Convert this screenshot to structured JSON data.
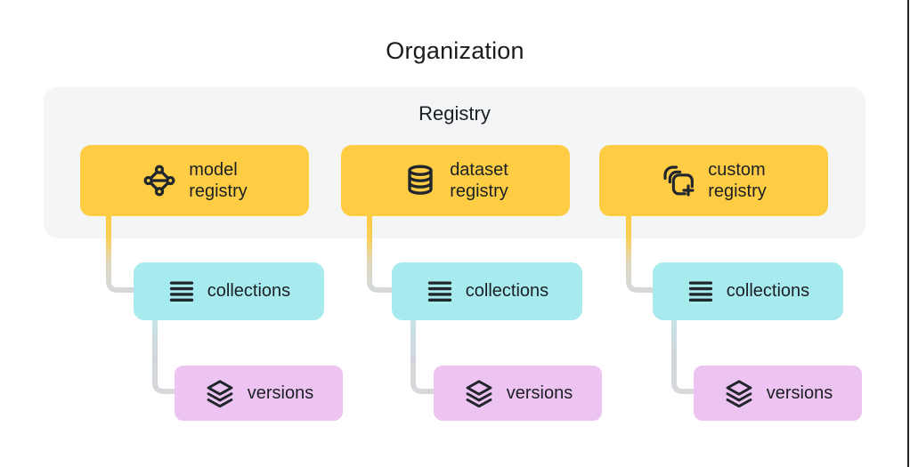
{
  "title": "Organization",
  "registry": {
    "label": "Registry",
    "columns": [
      {
        "card": {
          "label": "model\nregistry",
          "icon": "model-registry-icon"
        },
        "collections": {
          "label": "collections",
          "icon": "list-icon"
        },
        "versions": {
          "label": "versions",
          "icon": "layers-icon"
        }
      },
      {
        "card": {
          "label": "dataset\nregistry",
          "icon": "database-icon"
        },
        "collections": {
          "label": "collections",
          "icon": "list-icon"
        },
        "versions": {
          "label": "versions",
          "icon": "layers-icon"
        }
      },
      {
        "card": {
          "label": "custom\nregistry",
          "icon": "add-collection-icon"
        },
        "collections": {
          "label": "collections",
          "icon": "list-icon"
        },
        "versions": {
          "label": "versions",
          "icon": "layers-icon"
        }
      }
    ]
  },
  "colors": {
    "registry_card": "#ffcd44",
    "collections_card": "#a7ebef",
    "versions_card": "#edc4f1",
    "panel_background": "#f4f5f7",
    "text": "#1c2025",
    "connector_gray": "#d6d8db",
    "connector_yellow": "#ffcc42"
  }
}
